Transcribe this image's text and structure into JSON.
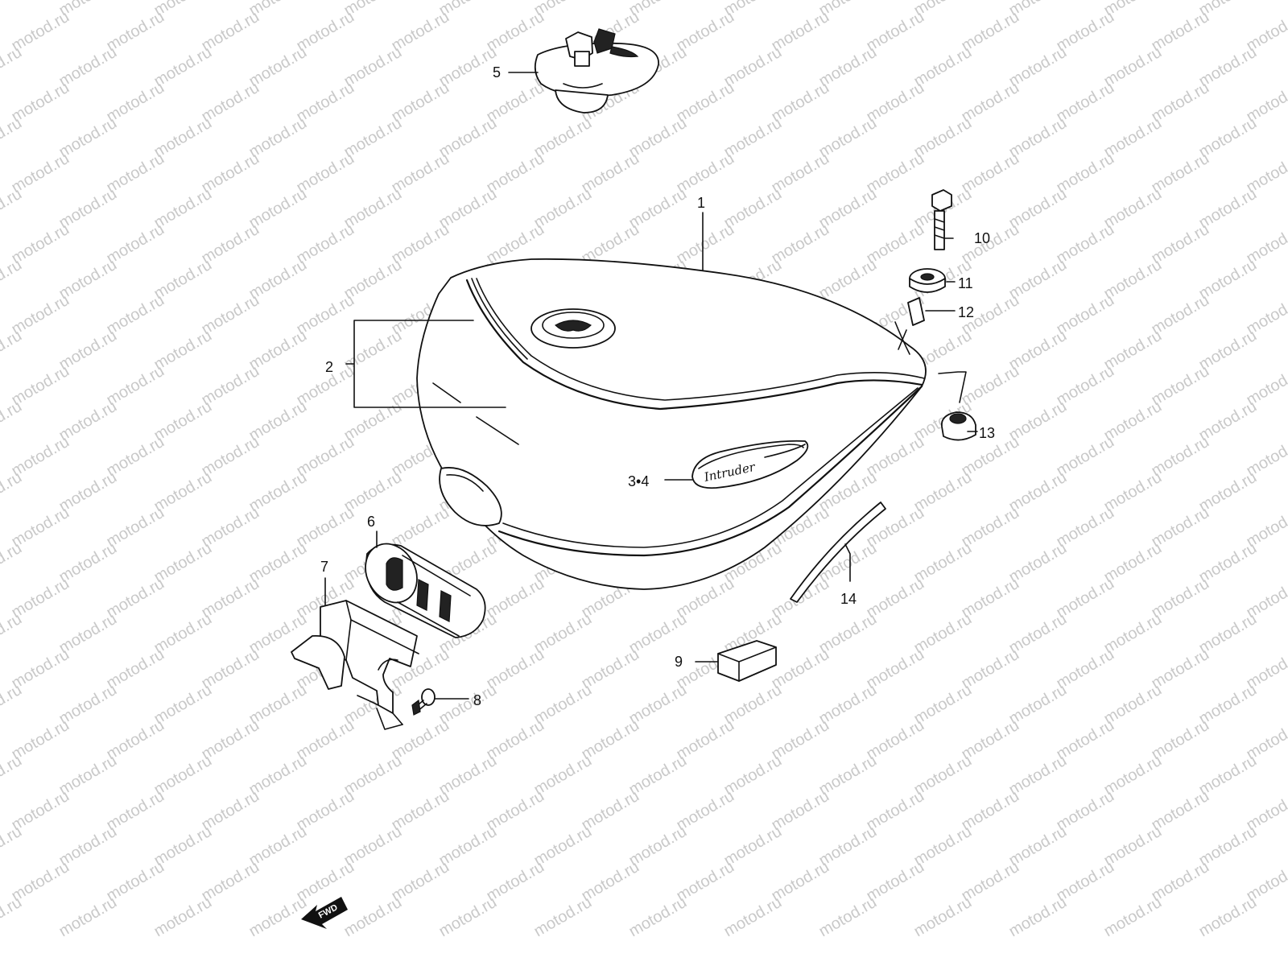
{
  "watermark": "motod.ru",
  "logo_text": "Intruder",
  "fwd_label": "FWD",
  "callouts": {
    "c1": "1",
    "c2": "2",
    "c34": "3•4",
    "c5": "5",
    "c6": "6",
    "c7": "7",
    "c8": "8",
    "c9": "9",
    "c10": "10",
    "c11": "11",
    "c12": "12",
    "c13": "13",
    "c14": "14"
  }
}
